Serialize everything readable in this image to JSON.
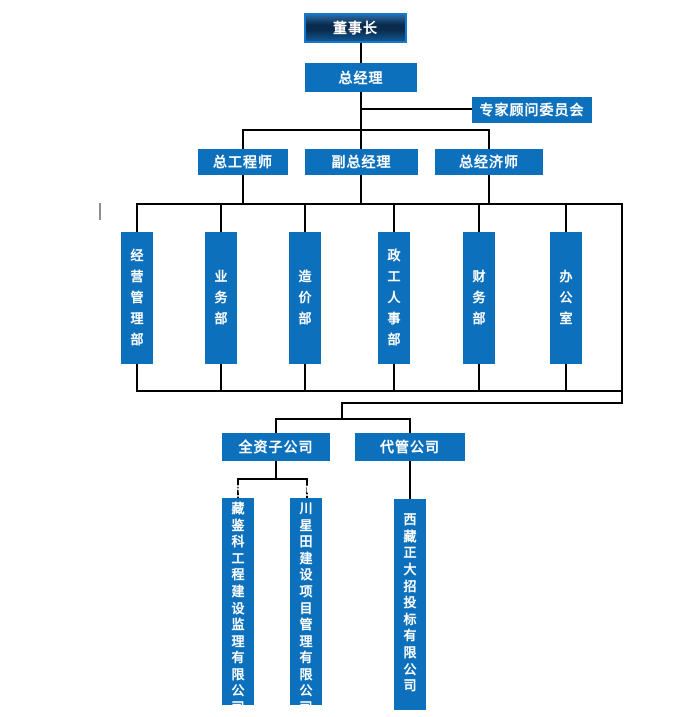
{
  "org_chart": {
    "nodes": {
      "chairman": "董事长",
      "general_manager": "总经理",
      "advisory_committee": "专家顾问委员会",
      "chief_engineer": "总工程师",
      "deputy_general_manager": "副总经理",
      "chief_economist": "总经济师",
      "departments": [
        "经营管理部",
        "业务部",
        "造价部",
        "政工人事部",
        "财务部",
        "办公室"
      ],
      "subsidiary_group": "全资子公司",
      "managed_group": "代管公司",
      "companies": [
        "西藏鉴科工程建设监理有限公司",
        "四川星田建设项目管理有限公司",
        "西藏正大招投标有限公司"
      ]
    },
    "colors": {
      "node_blue": "#0C70BC",
      "chairman_gradient_top": "#2A6BA6",
      "chairman_gradient_mid": "#092B4E",
      "chairman_gradient_bottom": "#11568F",
      "chairman_border": "#1479CE",
      "connector": "#000000",
      "text": "#FFFFFF"
    }
  }
}
